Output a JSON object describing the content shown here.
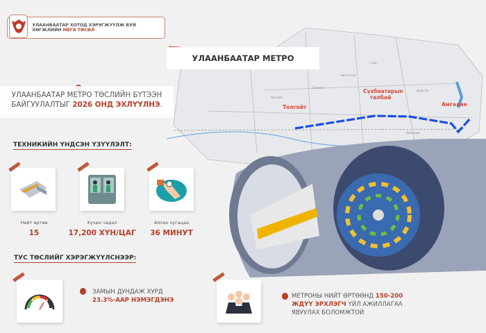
{
  "header": {
    "text": "УЛААНБААТАР ХОТОД ХЭРЭГЖҮҮЛЖ БУЙ ХӨГЖЛИЙН ",
    "highlight": "МЕГА ТӨСӨЛ"
  },
  "title": "УЛААНБААТАР МЕТРО",
  "intro": {
    "line1": "УЛААНБААТАР МЕТРО ТӨСЛИЙН БҮТЭЭН",
    "line2_plain": "БАЙГУУЛАЛТЫГ ",
    "line2_highlight": "2026 ОНД ЭХЛҮҮЛНЭ",
    "line2_end": "."
  },
  "specs_heading": "ТЕХНИКИЙН ҮНДСЭН ҮЗҮҮЛЭЛТ:",
  "specs": [
    {
      "icon": "station-icon",
      "label": "Нийт өртөө",
      "value": "15"
    },
    {
      "icon": "passengers-icon",
      "label": "Хүчин чадал",
      "value": "17,200 ХҮН/ЦАГ"
    },
    {
      "icon": "watch-icon",
      "label": "Аялах хугацаа",
      "value": "36 МИНУТ"
    }
  ],
  "benefits_heading": "ТУС ТӨСЛИЙГ ХЭРЭГЖҮҮЛСНЭЭР:",
  "benefits": [
    {
      "icon": "speedometer-icon",
      "plain": "ЗАМЫН ДУНДАЖ ХУРД",
      "highlight": "23.3%-ААР НЭМЭГДЭНЭ",
      "rest": ""
    },
    {
      "icon": "business-people-icon",
      "plain": "МЕТРОНЫ НИЙТ ӨРТӨӨНД ",
      "highlight": "150-200 ЖДҮҮ ЭРХЛЭГЧ",
      "rest": " ҮЙЛ АЖИЛЛАГАА ЯВУУЛАХ БОЛОМЖТОЙ"
    }
  ],
  "map": {
    "stations": [
      {
        "name": "Толгойт"
      },
      {
        "name": "Сүхбаатарын талбай"
      },
      {
        "name": "Амгалан"
      }
    ],
    "districts": [
      "Сэлбэ",
      "Чингэлтэй",
      "Баянгол",
      "Дари-Эх",
      "Баянзүрх",
      "Хан-Уул"
    ],
    "line_color": "#1a4fe0"
  },
  "colors": {
    "accent": "#b8402a",
    "background": "#f1f1f1"
  }
}
